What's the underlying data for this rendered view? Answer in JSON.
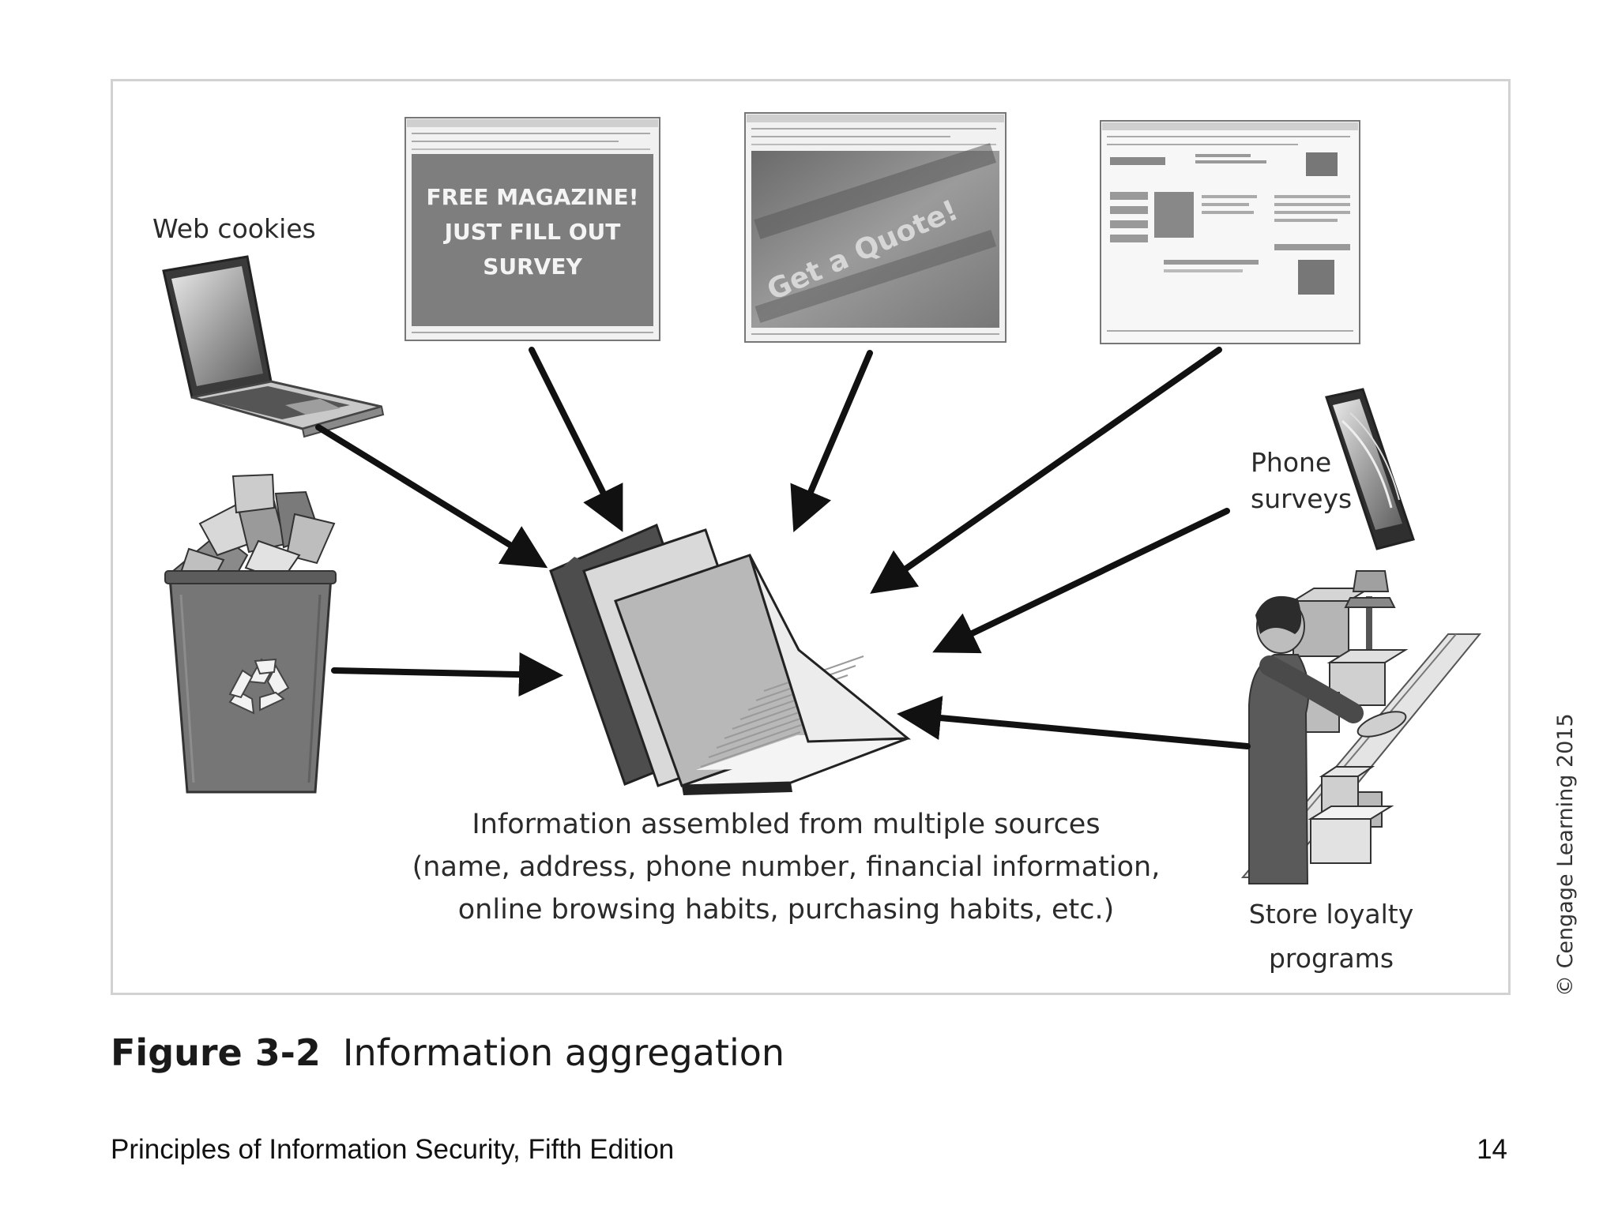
{
  "diagram": {
    "sources": {
      "web_cookies": "Web cookies",
      "magazine_ad": [
        "FREE MAGAZINE!",
        "JUST FILL OUT",
        "SURVEY"
      ],
      "quote_ad": "Get a Quote!",
      "phone_surveys": [
        "Phone",
        "surveys"
      ],
      "store_loyalty": [
        "Store loyalty",
        "programs"
      ]
    },
    "center_caption": [
      "Information assembled from multiple sources",
      "(name, address, phone number, financial information,",
      "online browsing habits, purchasing habits, etc.)"
    ],
    "copyright": "© Cengage Learning 2015"
  },
  "caption": {
    "figure_number": "Figure 3-2",
    "title": "Information aggregation"
  },
  "footer": {
    "book_title": "Principles of Information Security, Fifth Edition",
    "page_number": "14"
  }
}
